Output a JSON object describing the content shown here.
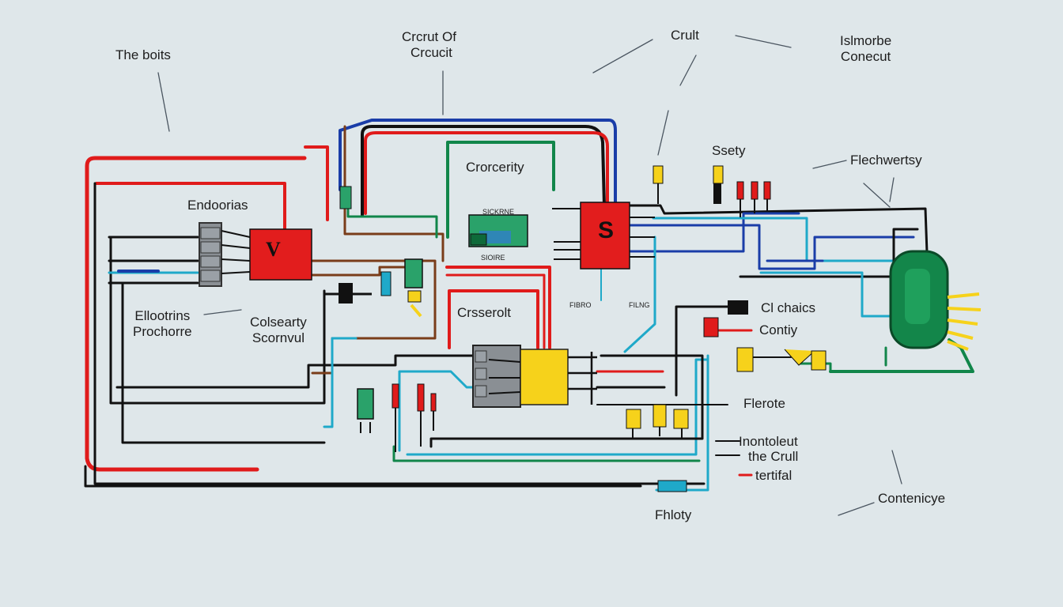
{
  "labels": {
    "the_boits": "The boits",
    "circuit_title_1": "Crcrut Of",
    "circuit_title_2": "Crcucit",
    "crult_top": "Crult",
    "islmorbe_1": "Islmorbe",
    "islmorbe_2": "Conecut",
    "ssety": "Ssety",
    "flechwertsy": "Flechwertsy",
    "crorcerity": "Crorcerity",
    "endoorias": "Endoorias",
    "elloctrins_1": "Ellootrins",
    "elloctrins_2": "Prochorre",
    "colsearty_1": "Colsearty",
    "colsearty_2": "Scornvul",
    "creserofit": "Crsserolt",
    "clchaics": "Cl chaics",
    "contiy": "Contiy",
    "flerote": "Flerote",
    "inontolecut_1": "Inontoleut",
    "inontolecut_2": "the Crull",
    "tertifal": "tertifal",
    "contenicye": "Contenicye",
    "fhloty": "Fhloty"
  },
  "components": {
    "relay_red_left": "V",
    "relay_red_right": "S",
    "chip_text_top": "SICKRNE",
    "chip_text_bottom": "SIOIRE",
    "small_left_1": "FIBRO",
    "small_left_2": "FILNG"
  },
  "colors": {
    "background": "#dfe7ea",
    "wire_red": "#e01b1b",
    "wire_black": "#111111",
    "wire_blue": "#1a3da8",
    "wire_cyan": "#1fa9c9",
    "wire_green": "#11864a",
    "wire_brown": "#7a3d1a",
    "box_red": "#e21d1d",
    "box_yellow": "#f6d21b",
    "tank_green": "#13864a"
  }
}
